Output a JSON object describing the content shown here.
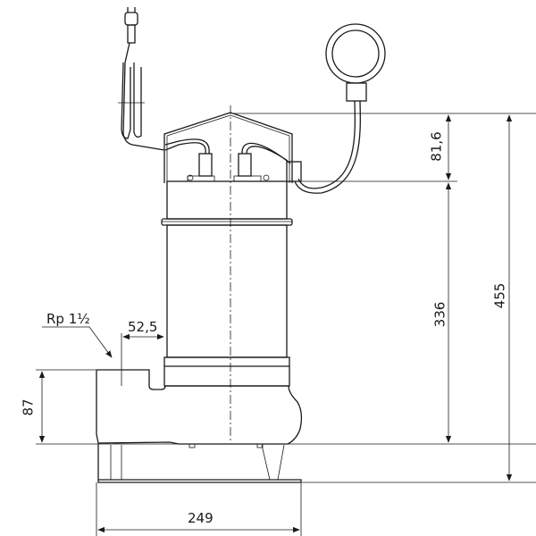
{
  "dimensions": {
    "pipe_thread": "Rp 1½",
    "outlet_offset": "52,5",
    "outlet_height": "87",
    "top_height": "81,6",
    "body_height": "336",
    "total_height": "455",
    "total_width": "249"
  }
}
